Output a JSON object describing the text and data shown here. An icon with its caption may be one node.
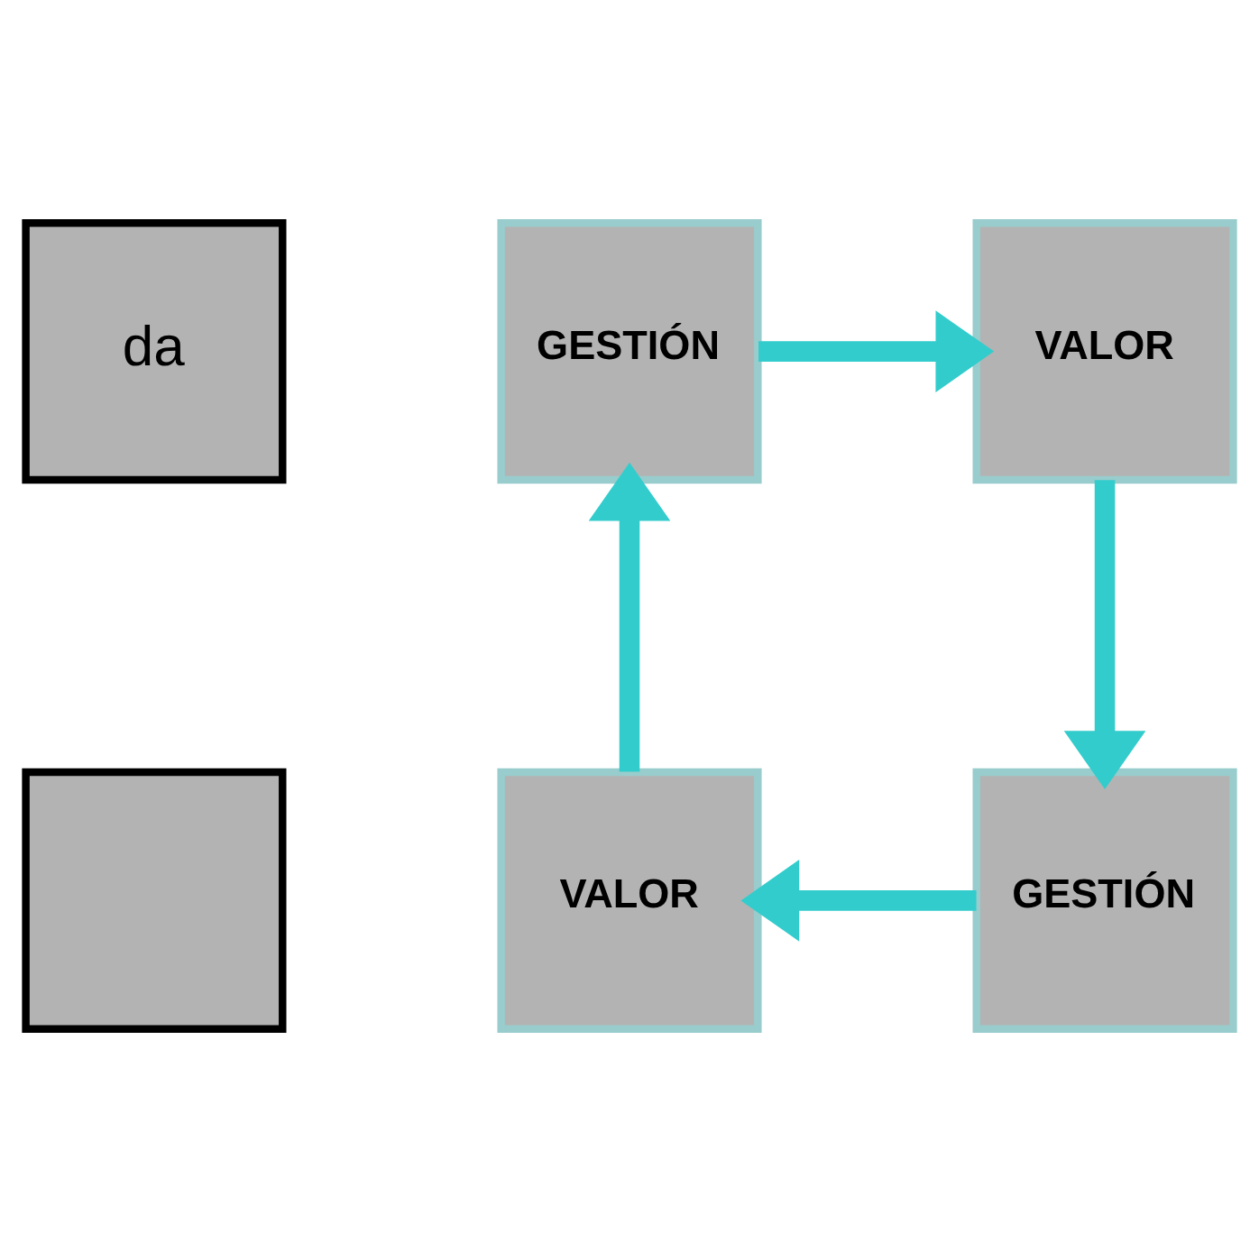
{
  "diagram": {
    "nodes": [
      {
        "text": [
          "da"
        ]
      },
      {
        "text": [
          "GESTIÓN"
        ]
      },
      {
        "text": [
          "VALOR"
        ]
      },
      {
        "text": [
          "GESTIÓN"
        ]
      },
      {
        "text": [
          "VALOR"
        ]
      },
      {
        "text": [],
        "shape": "box"
      }
    ],
    "edges": [
      {
        "from": 1,
        "to": 2,
        "arrow": "to"
      },
      {
        "from": 2,
        "to": 3,
        "arrow": "to"
      },
      {
        "from": 3,
        "to": 4,
        "arrow": "to"
      },
      {
        "from": 4,
        "to": 1,
        "arrow": "to"
      }
    ]
  }
}
